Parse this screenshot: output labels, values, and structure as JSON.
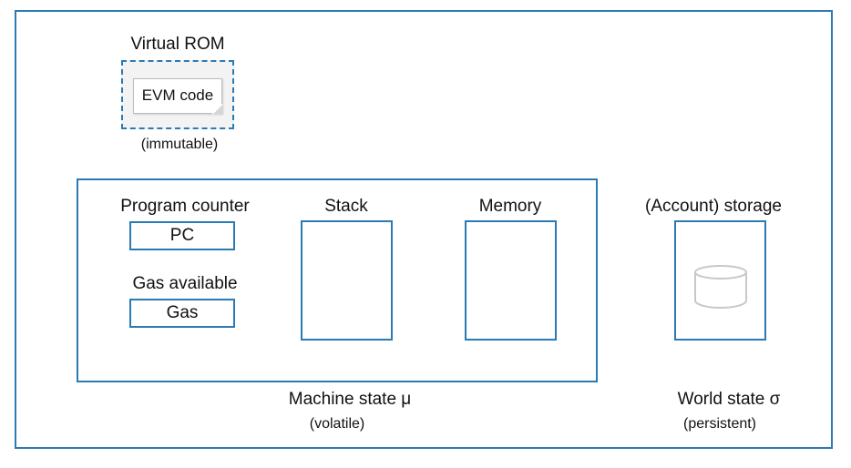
{
  "rom": {
    "title": "Virtual ROM",
    "content": "EVM code",
    "note": "(immutable)"
  },
  "machine_state": {
    "program_counter_label": "Program counter",
    "pc_box": "PC",
    "gas_label": "Gas available",
    "gas_box": "Gas",
    "stack_label": "Stack",
    "memory_label": "Memory",
    "title": "Machine state μ",
    "note": "(volatile)"
  },
  "world_state": {
    "storage_label": "(Account) storage",
    "title": "World state σ",
    "note": "(persistent)",
    "storage_icon": "database-icon"
  },
  "colors": {
    "frame": "#2a7ab4",
    "rom_fill": "#f3f3f3",
    "icon": "#c8c8c8"
  }
}
